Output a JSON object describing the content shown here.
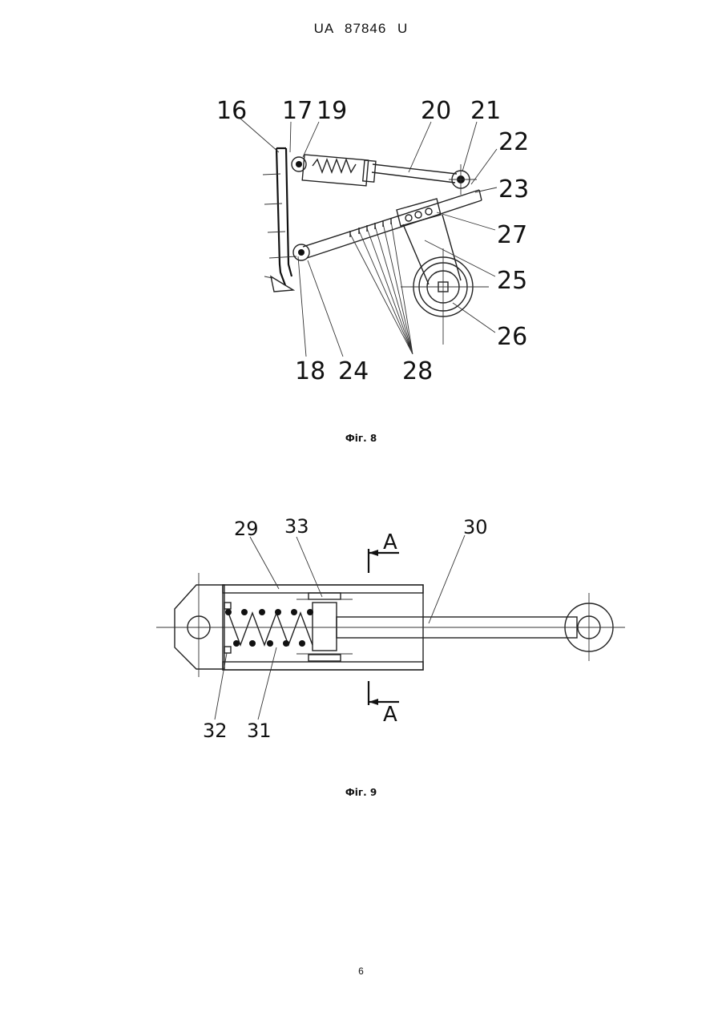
{
  "header": {
    "doc_id": "UA   87846   U"
  },
  "figure8": {
    "caption": "Фіг. 8",
    "labels": [
      "16",
      "17",
      "19",
      "20",
      "21",
      "22",
      "23",
      "27",
      "25",
      "26",
      "18",
      "24",
      "28"
    ]
  },
  "figure9": {
    "caption": "Фіг. 9",
    "labels": [
      "29",
      "33",
      "30",
      "32",
      "31"
    ],
    "section_marks": [
      "A",
      "A"
    ]
  },
  "page_number": "6"
}
